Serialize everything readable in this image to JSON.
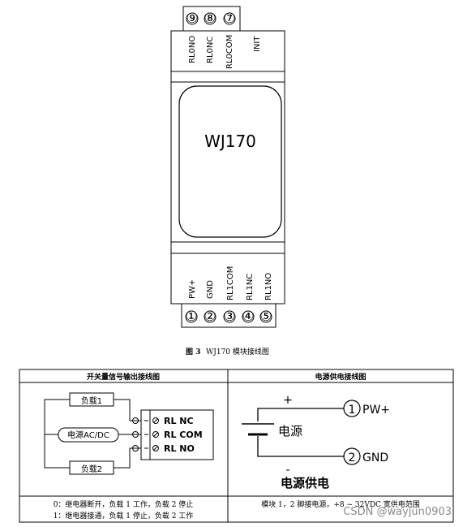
{
  "module": {
    "name": "WJ170",
    "top_terminals": [
      {
        "number": "⑨",
        "label": "RL0NO"
      },
      {
        "number": "⑧",
        "label": "RL0NC"
      },
      {
        "number": "⑦",
        "label": "RL0COM"
      }
    ],
    "init_label": "INIT",
    "bottom_terminals": [
      {
        "number": "①",
        "label": "PW+"
      },
      {
        "number": "②",
        "label": "GND"
      },
      {
        "number": "③",
        "label": "RL1COM"
      },
      {
        "number": "④",
        "label": "RL1NC"
      },
      {
        "number": "⑤",
        "label": "RL1NO"
      }
    ]
  },
  "caption": {
    "figure": "图 3",
    "text": "WJ170 模块接线图"
  },
  "table": {
    "left_header": "开关量信号输出接线图",
    "right_header": "电源供电接线图",
    "left_diagram": {
      "load1": "负载1",
      "load2": "负载2",
      "power": "电源AC/DC",
      "relay_labels": [
        "RL NC",
        "RL COM",
        "RL NO"
      ]
    },
    "right_diagram": {
      "plus": "+",
      "minus": "-",
      "source": "电源",
      "pw_num": "1",
      "pw_label": "PW+",
      "gnd_num": "2",
      "gnd_label": "GND",
      "title": "电源供电"
    },
    "left_notes": [
      "0：继电器断开，负载 1 工作，负载 2 停止",
      "1：继电器接通，负载 1 停止，负载 2 工作"
    ],
    "right_note": "模块 1，2 脚接电源，+8 ~ 32VDC 宽供电范围"
  },
  "watermark": "CSDN @wayjun0903"
}
